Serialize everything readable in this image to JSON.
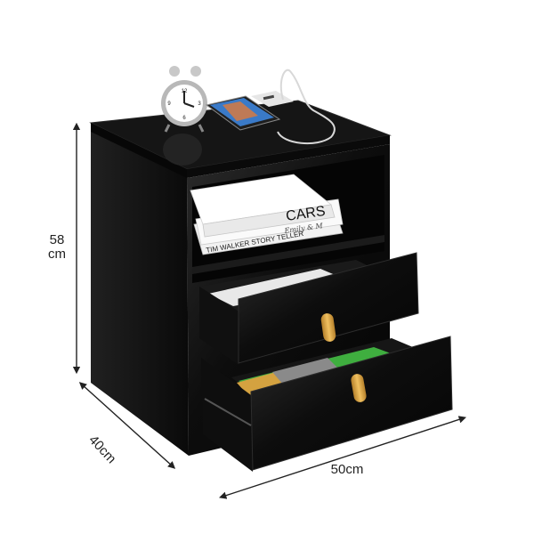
{
  "product": {
    "book_top_title": "CARS",
    "book_top_script": "Emily & M",
    "book_bottom_title": "TIM WALKER STORY TELLER",
    "clock_numerals": [
      "12",
      "3",
      "6",
      "9"
    ]
  },
  "dimensions": {
    "height_value": "58",
    "height_unit": "cm",
    "depth": "40cm",
    "width": "50cm"
  },
  "colors": {
    "cabinet": "#0e0e0e",
    "cabinet_highlight": "#3a3a3a",
    "handle": "#d9a43f",
    "folder": "#3fae3f",
    "dimension_line": "#222222"
  }
}
